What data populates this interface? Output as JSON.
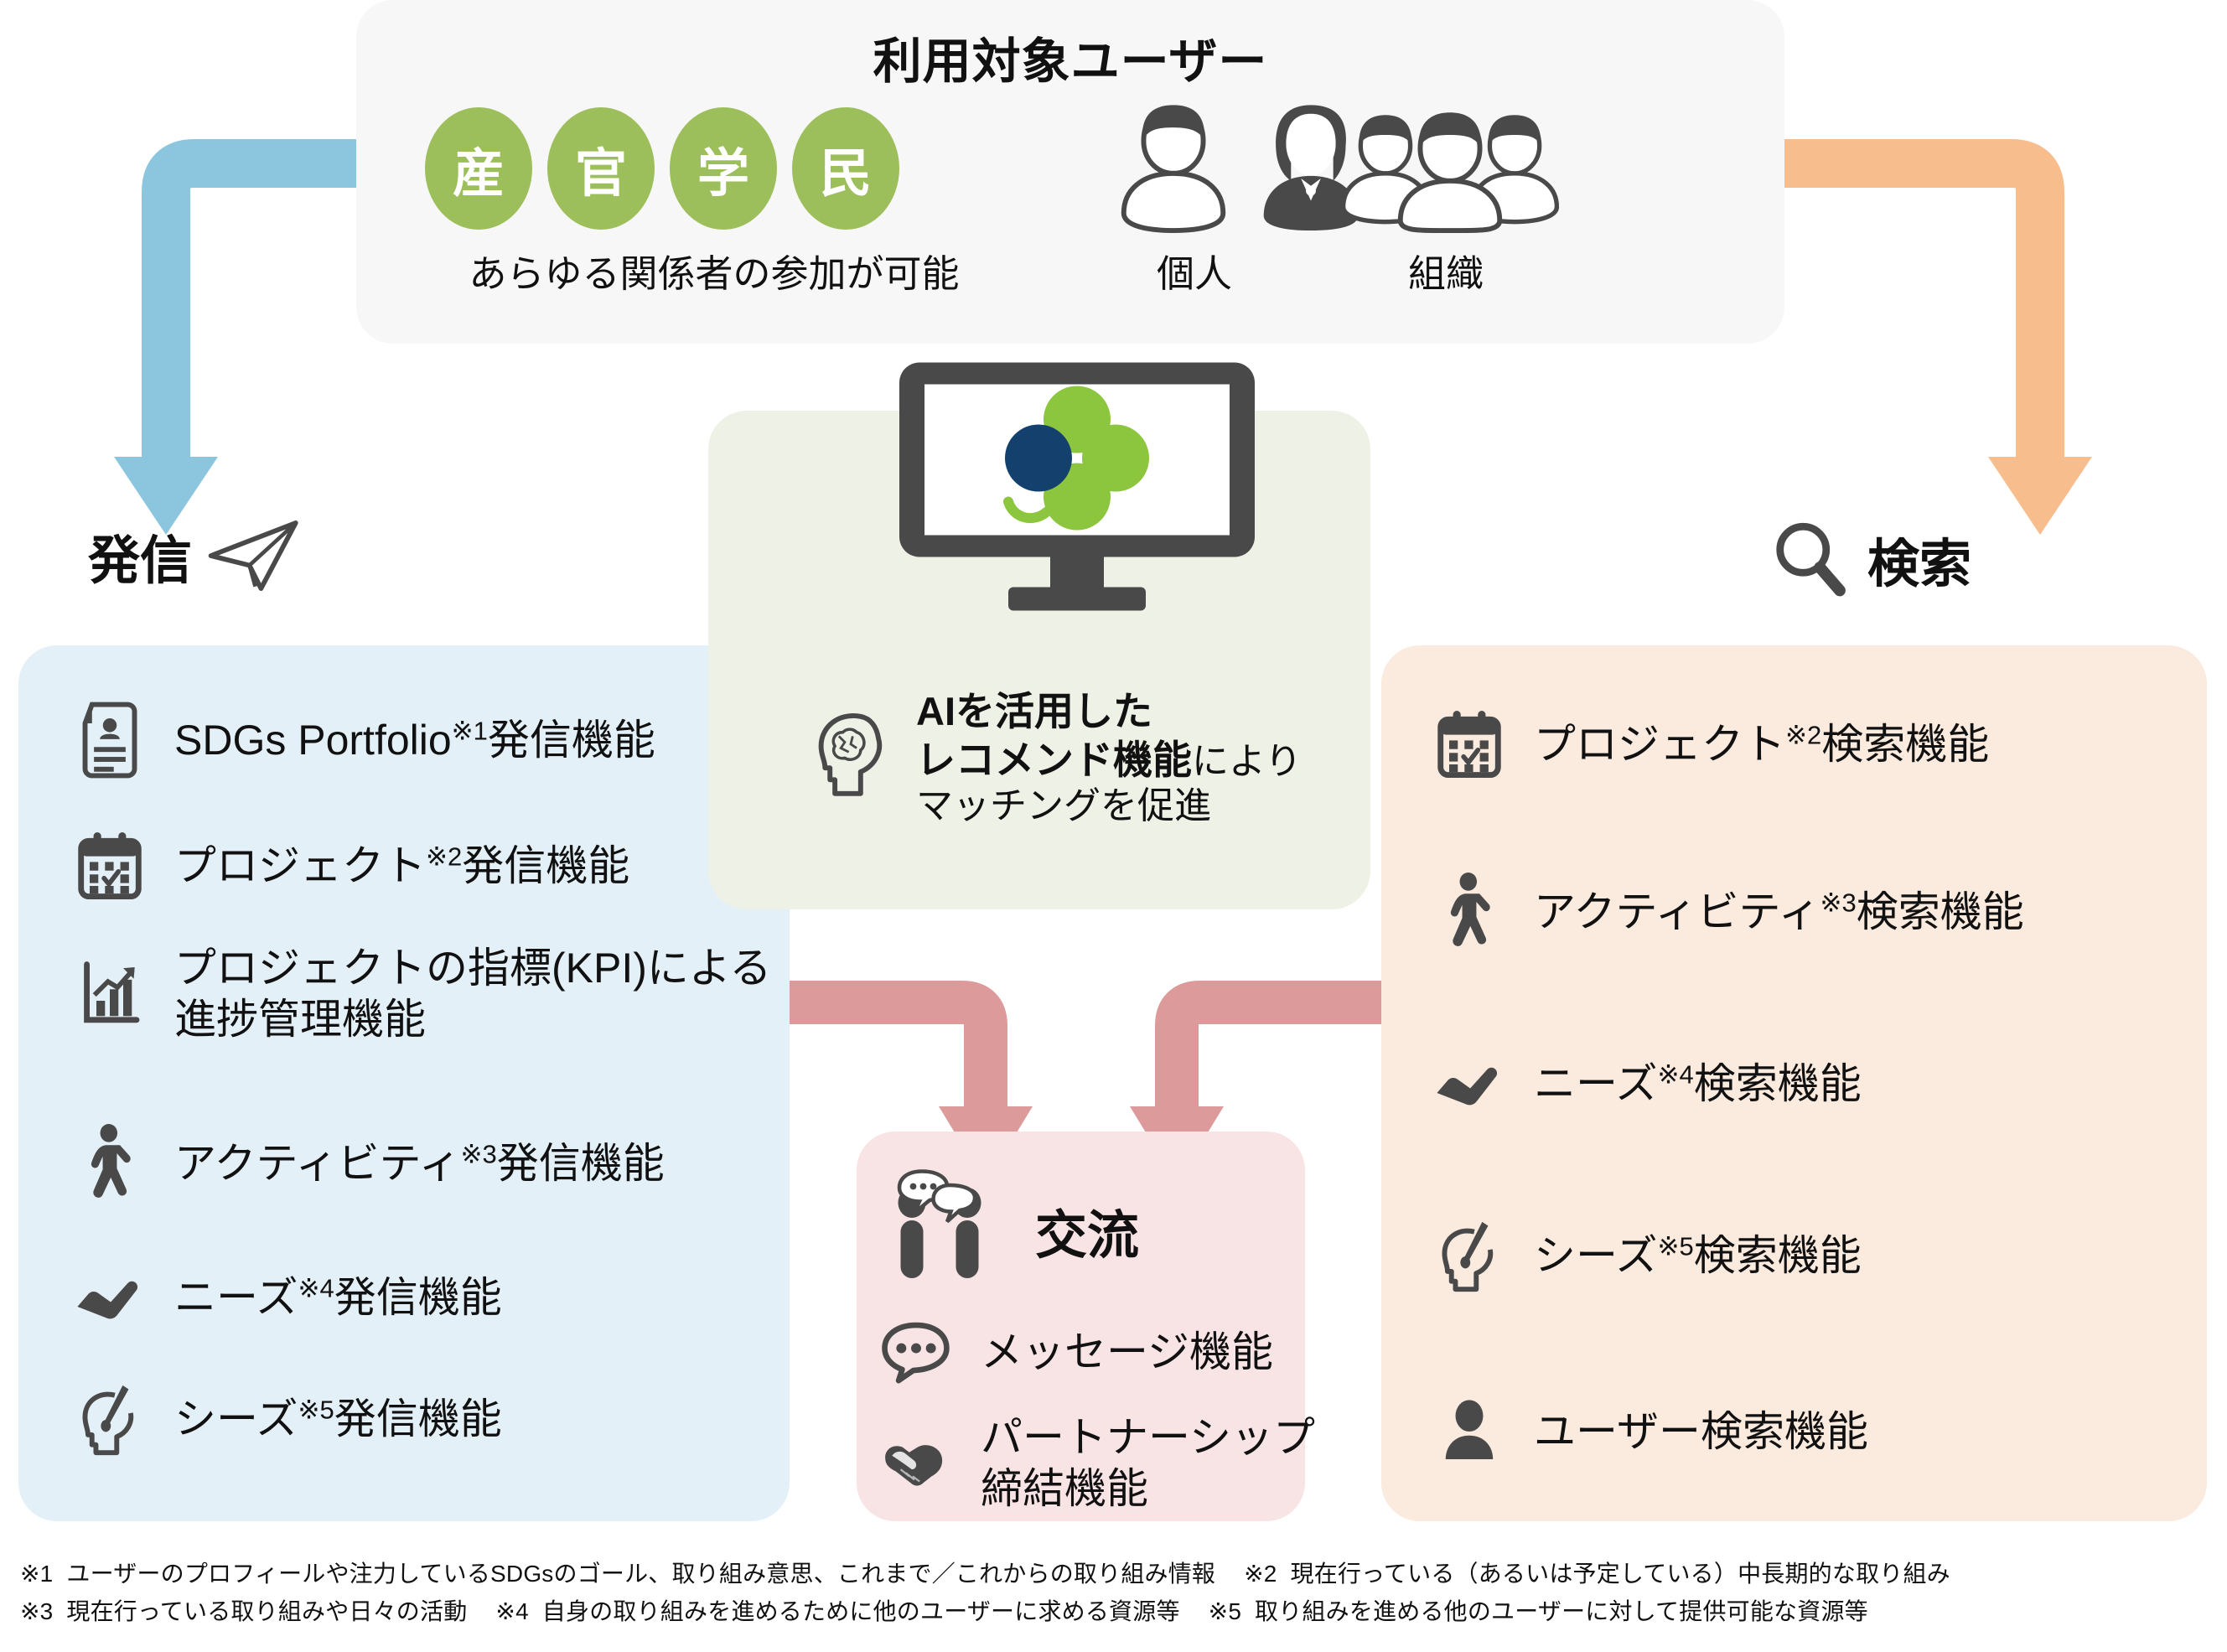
{
  "top_panel": {
    "title": "利用対象ユーザー",
    "seals": [
      "産",
      "官",
      "学",
      "民"
    ],
    "seals_caption": "あらゆる関係者の参加が可能",
    "individual_label": "個人",
    "organization_label": "組織"
  },
  "headers": {
    "left": "発信",
    "right": "検索",
    "exchange": "交流"
  },
  "left_panel": {
    "items": [
      {
        "icon": "document-person-icon",
        "text": "SDGs Portfolio",
        "mark": "※1",
        "suffix": "発信機能"
      },
      {
        "icon": "calendar-check-icon",
        "text": "プロジェクト",
        "mark": "※2",
        "suffix": "発信機能"
      },
      {
        "icon": "bar-chart-icon",
        "text": "プロジェクトの指標(KPI)による",
        "mark": "",
        "suffix": "\n進捗管理機能"
      },
      {
        "icon": "walking-person-icon",
        "text": "アクティビティ",
        "mark": "※3",
        "suffix": "発信機能"
      },
      {
        "icon": "open-hand-icon",
        "text": "ニーズ",
        "mark": "※4",
        "suffix": "発信機能"
      },
      {
        "icon": "head-idea-icon",
        "text": "シーズ",
        "mark": "※5",
        "suffix": "発信機能"
      }
    ]
  },
  "right_panel": {
    "items": [
      {
        "icon": "calendar-check-icon",
        "text": "プロジェクト",
        "mark": "※2",
        "suffix": "検索機能"
      },
      {
        "icon": "walking-person-icon",
        "text": "アクティビティ",
        "mark": "※3",
        "suffix": "検索機能"
      },
      {
        "icon": "open-hand-icon",
        "text": "ニーズ",
        "mark": "※4",
        "suffix": "検索機能"
      },
      {
        "icon": "head-idea-icon",
        "text": "シーズ",
        "mark": "※5",
        "suffix": "検索機能"
      },
      {
        "icon": "user-avatar-icon",
        "text": "ユーザー",
        "mark": "",
        "suffix": "検索機能"
      }
    ]
  },
  "center_panel": {
    "ai_line1": "AIを活用した",
    "ai_line2_bold": "レコメンド機能",
    "ai_line2_rest": "により",
    "ai_line3": "マッチングを促進",
    "brain_icon": "brain-head-icon",
    "monitor_icon": "monitor-logo-icon"
  },
  "exchange_panel": {
    "items": [
      {
        "icon": "speech-bubble-icon",
        "text": "メッセージ機能"
      },
      {
        "icon": "handshake-icon",
        "text": "パートナーシップ\n締結機能"
      }
    ]
  },
  "footnotes": {
    "line1": "※1  ユーザーのプロフィールや注力しているSDGsのゴール、取り組み意思、これまで／これからの取り組み情報",
    "line1b": "※2  現在行っている（あるいは予定している）中長期的な取り組み",
    "line2": "※3  現在行っている取り組みや日々の活動",
    "line2b": "※4  自身の取り組みを進めるために他のユーザーに求める資源等",
    "line2c": "※5  取り組みを進める他のユーザーに対して提供可能な資源等"
  },
  "colors": {
    "seal_green": "#9cbf5b",
    "arrow_blue": "#8cc6de",
    "arrow_orange": "#f8bd8d",
    "arrow_pink": "#dc9a9a",
    "panel_left": "#e4f0f7",
    "panel_right": "#fbeade",
    "panel_center": "#eef1e6",
    "panel_exchange": "#f8e3e5",
    "icon_dark": "#494949",
    "logo_green": "#8cc63f",
    "logo_navy": "#14406e"
  }
}
